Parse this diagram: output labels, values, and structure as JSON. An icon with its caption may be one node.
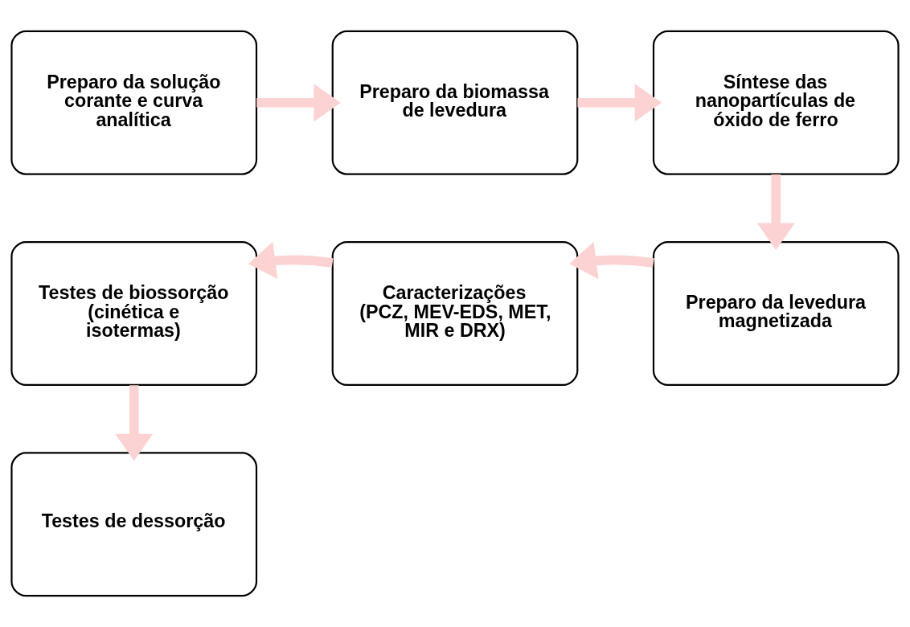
{
  "diagram": {
    "nodes": [
      {
        "text": [
          "Preparo da solução corante e curva analítica"
        ]
      },
      {
        "text": [
          "Preparo da biomassa de levedura"
        ]
      },
      {
        "text": [
          "Síntese das nanopartículas de óxido de ferro"
        ]
      },
      {
        "text": [
          "Preparo da levedura magnetizada"
        ]
      },
      {
        "text": [
          "Caracterizações (PCZ, MEV-EDS, MET, MIR e DRX)"
        ]
      },
      {
        "text": [
          "Testes de biossorção (cinética e isotermas)"
        ]
      },
      {
        "text": [
          "Testes de dessorção"
        ]
      }
    ],
    "edges": [
      {
        "from": 0,
        "to": 1,
        "arrow": "to"
      },
      {
        "from": 1,
        "to": 2,
        "arrow": "to"
      },
      {
        "from": 2,
        "to": 3,
        "arrow": "to"
      },
      {
        "from": 3,
        "to": 4,
        "arrow": "to"
      },
      {
        "from": 4,
        "to": 5,
        "arrow": "to"
      },
      {
        "from": 5,
        "to": 6,
        "arrow": "to"
      }
    ]
  }
}
